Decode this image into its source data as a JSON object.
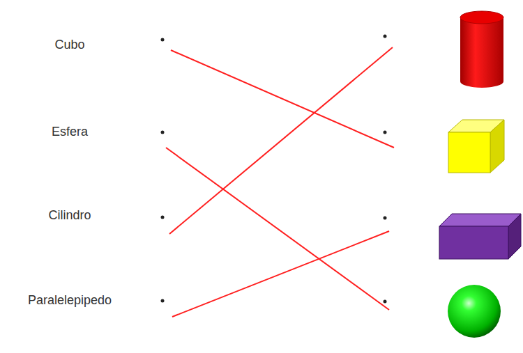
{
  "diagram": {
    "labels": [
      "Cubo",
      "Esfera",
      "Cilindro",
      "Paralelepipedo"
    ]
  }
}
